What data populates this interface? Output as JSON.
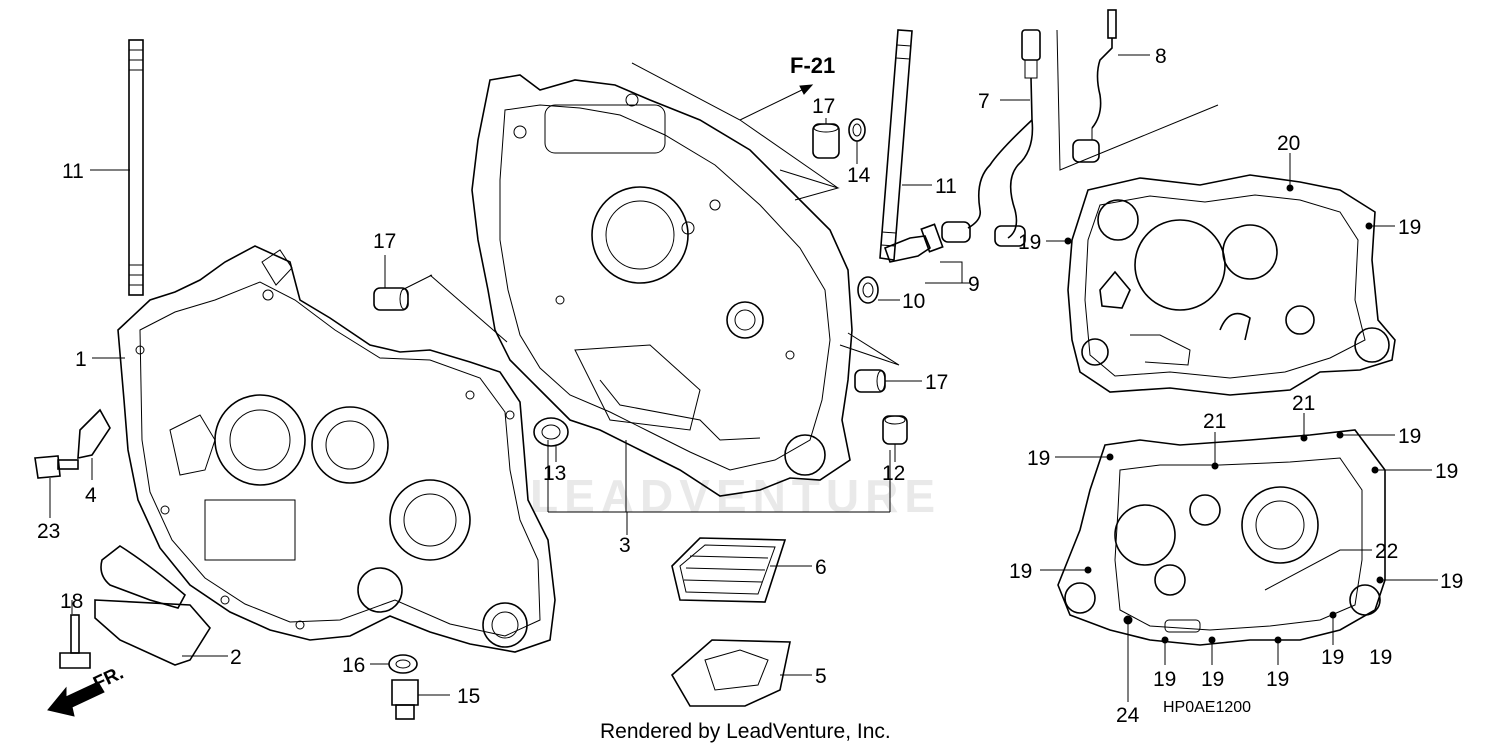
{
  "diagram": {
    "figure_reference": "F-21",
    "front_indicator": "FR.",
    "diagram_code": "HP0AE1200",
    "credit": "Rendered by LeadVenture, Inc.",
    "watermark": "LEADVENTURE",
    "callouts": [
      {
        "id": "c1",
        "number": "1"
      },
      {
        "id": "c2",
        "number": "2"
      },
      {
        "id": "c3",
        "number": "3"
      },
      {
        "id": "c4",
        "number": "4"
      },
      {
        "id": "c5",
        "number": "5"
      },
      {
        "id": "c6",
        "number": "6"
      },
      {
        "id": "c7",
        "number": "7"
      },
      {
        "id": "c8",
        "number": "8"
      },
      {
        "id": "c9",
        "number": "9"
      },
      {
        "id": "c10",
        "number": "10"
      },
      {
        "id": "c11a",
        "number": "11"
      },
      {
        "id": "c11b",
        "number": "11"
      },
      {
        "id": "c12",
        "number": "12"
      },
      {
        "id": "c13",
        "number": "13"
      },
      {
        "id": "c14",
        "number": "14"
      },
      {
        "id": "c15",
        "number": "15"
      },
      {
        "id": "c16",
        "number": "16"
      },
      {
        "id": "c17a",
        "number": "17"
      },
      {
        "id": "c17b",
        "number": "17"
      },
      {
        "id": "c17c",
        "number": "17"
      },
      {
        "id": "c18",
        "number": "18"
      },
      {
        "id": "c19a",
        "number": "19"
      },
      {
        "id": "c19b",
        "number": "19"
      },
      {
        "id": "c19c",
        "number": "19"
      },
      {
        "id": "c19d",
        "number": "19"
      },
      {
        "id": "c19e",
        "number": "19"
      },
      {
        "id": "c19f",
        "number": "19"
      },
      {
        "id": "c19g",
        "number": "19"
      },
      {
        "id": "c19h",
        "number": "19"
      },
      {
        "id": "c19i",
        "number": "19"
      },
      {
        "id": "c19j",
        "number": "19"
      },
      {
        "id": "c19k",
        "number": "19"
      },
      {
        "id": "c19l",
        "number": "19"
      },
      {
        "id": "c20",
        "number": "20"
      },
      {
        "id": "c21a",
        "number": "21"
      },
      {
        "id": "c21b",
        "number": "21"
      },
      {
        "id": "c22",
        "number": "22"
      },
      {
        "id": "c23",
        "number": "23"
      },
      {
        "id": "c24",
        "number": "24"
      }
    ]
  }
}
